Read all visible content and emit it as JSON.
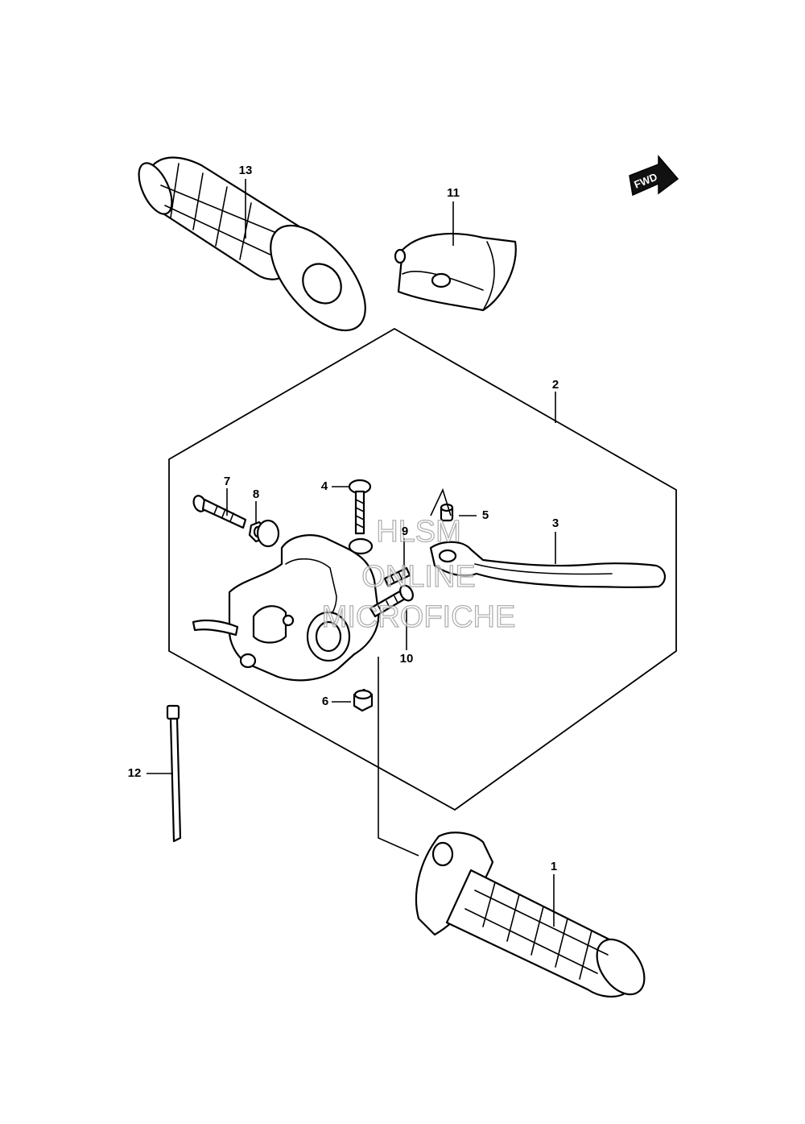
{
  "callouts": [
    {
      "id": "1",
      "label": "1"
    },
    {
      "id": "2",
      "label": "2"
    },
    {
      "id": "3",
      "label": "3"
    },
    {
      "id": "4",
      "label": "4"
    },
    {
      "id": "5",
      "label": "5"
    },
    {
      "id": "6",
      "label": "6"
    },
    {
      "id": "7",
      "label": "7"
    },
    {
      "id": "8",
      "label": "8"
    },
    {
      "id": "9",
      "label": "9"
    },
    {
      "id": "10",
      "label": "10"
    },
    {
      "id": "11",
      "label": "11"
    },
    {
      "id": "12",
      "label": "12"
    },
    {
      "id": "13",
      "label": "13"
    }
  ],
  "direction_badge": {
    "text": "FWD",
    "icon": "forward-arrow-icon"
  },
  "watermark": {
    "lines": [
      "HLSM",
      "ONLINE",
      "MICROFICHE"
    ],
    "color": "#969696"
  },
  "colors": {
    "line": "#000000",
    "background": "#ffffff"
  }
}
